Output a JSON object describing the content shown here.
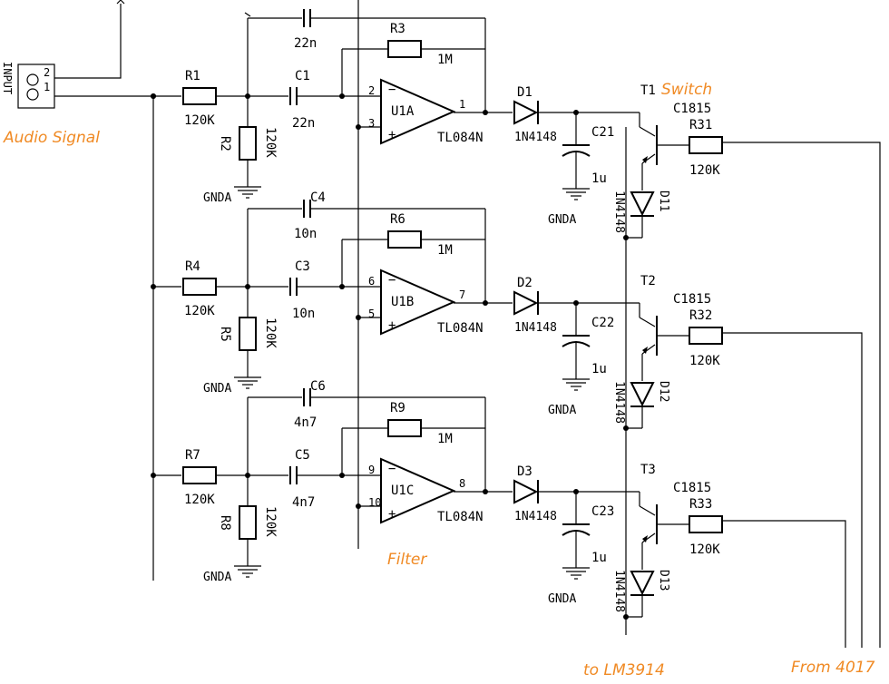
{
  "annotations": {
    "audio_signal": "Audio Signal",
    "switch": "Switch",
    "filter": "Filter",
    "to_lm3914": "to LM3914",
    "from_4017": "From 4017",
    "color": "#f08a24"
  },
  "connector": {
    "name": "INPUT",
    "pin1": "1",
    "pin2": "2"
  },
  "gnd_label": "GNDA",
  "stages": [
    {
      "r_in": "R1",
      "r_in_val": "120K",
      "r_gnd": "R2",
      "r_gnd_val": "120K",
      "c_in": "C1",
      "c_in_val": "22n",
      "c_fb": "",
      "c_fb_val": "22n",
      "r_fb": "R3",
      "r_fb_val": "1M",
      "opamp": "U1A",
      "opamp_part": "TL084N",
      "pin_minus": "2",
      "pin_plus": "3",
      "pin_out": "1",
      "diode": "D1",
      "diode_part": "1N4148",
      "cap": "C21",
      "cap_val": "1u",
      "transistor": "T1",
      "transistor_part": "C1815",
      "r_base": "R31",
      "r_base_val": "120K",
      "d_col": "D11",
      "d_col_part": "1N4148"
    },
    {
      "r_in": "R4",
      "r_in_val": "120K",
      "r_gnd": "R5",
      "r_gnd_val": "120K",
      "c_in": "C3",
      "c_in_val": "10n",
      "c_fb": "C4",
      "c_fb_val": "10n",
      "r_fb": "R6",
      "r_fb_val": "1M",
      "opamp": "U1B",
      "opamp_part": "TL084N",
      "pin_minus": "6",
      "pin_plus": "5",
      "pin_out": "7",
      "diode": "D2",
      "diode_part": "1N4148",
      "cap": "C22",
      "cap_val": "1u",
      "transistor": "T2",
      "transistor_part": "C1815",
      "r_base": "R32",
      "r_base_val": "120K",
      "d_col": "D12",
      "d_col_part": "1N4148"
    },
    {
      "r_in": "R7",
      "r_in_val": "120K",
      "r_gnd": "R8",
      "r_gnd_val": "120K",
      "c_in": "C5",
      "c_in_val": "4n7",
      "c_fb": "C6",
      "c_fb_val": "4n7",
      "r_fb": "R9",
      "r_fb_val": "1M",
      "opamp": "U1C",
      "opamp_part": "TL084N",
      "pin_minus": "9",
      "pin_plus": "10",
      "pin_out": "8",
      "diode": "D3",
      "diode_part": "1N4148",
      "cap": "C23",
      "cap_val": "1u",
      "transistor": "T3",
      "transistor_part": "C1815",
      "r_base": "R33",
      "r_base_val": "120K",
      "d_col": "D13",
      "d_col_part": "1N4148"
    }
  ]
}
